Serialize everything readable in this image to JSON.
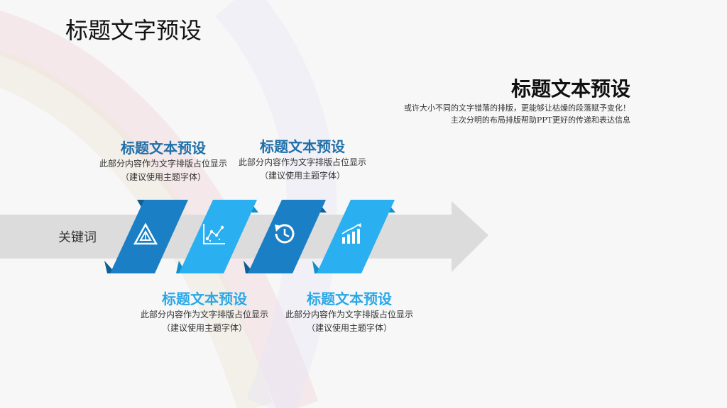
{
  "slide": {
    "title": "标题文字预设"
  },
  "summary": {
    "title": "标题文本预设",
    "line1": "或许大小不同的文字错落的排版，更能够让枯燥的段落赋予变化！",
    "line2": "主次分明的布局排版帮助PPT更好的传递和表达信息"
  },
  "keyword": "关键词",
  "blocks": [
    {
      "title": "标题文本预设",
      "desc": "此部分内容作为文字排版占位显示",
      "note": "（建议使用主题字体）"
    },
    {
      "title": "标题文本预设",
      "desc": "此部分内容作为文字排版占位显示",
      "note": "（建议使用主题字体）"
    },
    {
      "title": "标题文本预设",
      "desc": "此部分内容作为文字排版占位显示",
      "note": "（建议使用主题字体）"
    },
    {
      "title": "标题文本预设",
      "desc": "此部分内容作为文字排版占位显示",
      "note": "（建议使用主题字体）"
    }
  ],
  "icons": [
    "triangle-icon",
    "scatter-chart-icon",
    "history-clock-icon",
    "bar-chart-icon"
  ],
  "colors": {
    "dark_blue": "#1a7fc4",
    "light_blue": "#2ab0f0",
    "arrow_gray": "#dcdcdc",
    "title_dark": "#1f6fa8",
    "title_light": "#29a8e6"
  }
}
